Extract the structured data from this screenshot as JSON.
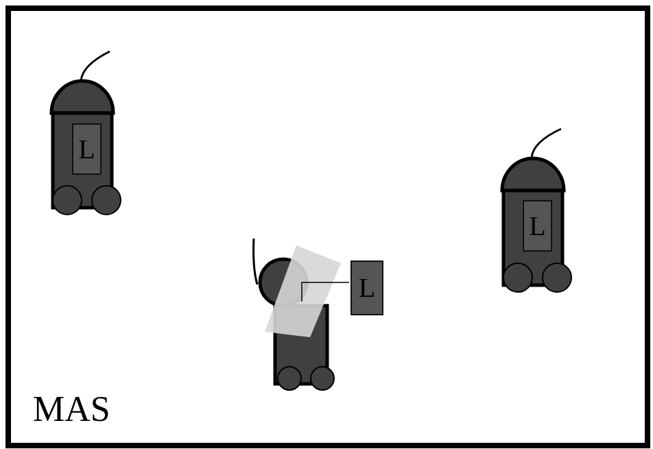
{
  "diagram": {
    "nodes": [
      {
        "text": [
          "MAS"
        ]
      },
      {
        "text": [
          "L"
        ],
        "in": 0
      },
      {
        "text": [
          "L"
        ],
        "in": 0
      },
      {
        "text": [
          "L"
        ],
        "in": 0
      }
    ]
  }
}
